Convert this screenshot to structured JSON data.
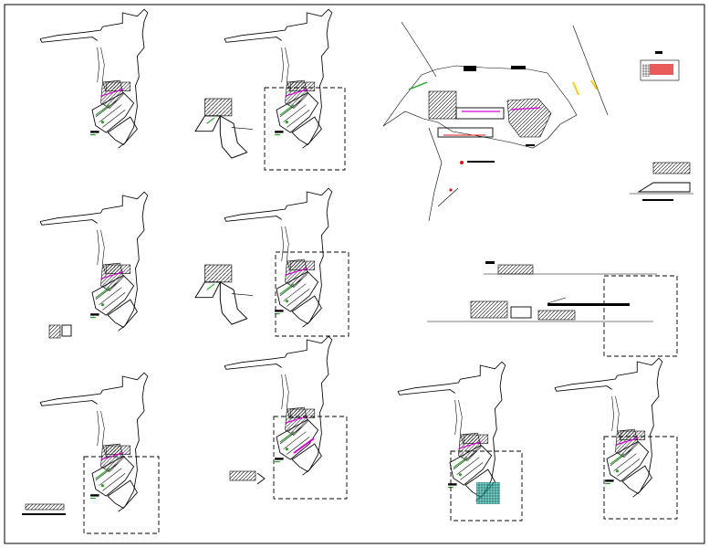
{
  "drawing": {
    "type": "CAD site plan sheet",
    "background": "#ffffff",
    "line_color": "#000000",
    "accent_colors": {
      "green": "#19a319",
      "magenta": "#d400d4",
      "red": "#e01515",
      "blue": "#2a48d8",
      "yellow": "#f2d200",
      "cyan": "#2fd6c8",
      "brown": "#8a4b2a"
    }
  },
  "panels": [
    {
      "id": "r1c1",
      "variant": "plan",
      "dashed_frame": false
    },
    {
      "id": "r1c2-detail",
      "variant": "detail",
      "dashed_frame": false
    },
    {
      "id": "r1c3",
      "variant": "plan",
      "dashed_frame": true
    },
    {
      "id": "r2c1",
      "variant": "plan",
      "dashed_frame": false
    },
    {
      "id": "r2c2-detail",
      "variant": "detail",
      "dashed_frame": false
    },
    {
      "id": "r2c3",
      "variant": "plan",
      "dashed_frame": true
    },
    {
      "id": "r3c1",
      "variant": "plan",
      "dashed_frame": true
    },
    {
      "id": "r3c2",
      "variant": "plan",
      "dashed_frame": true
    },
    {
      "id": "r3c3",
      "variant": "plan-cyan",
      "dashed_frame": true
    },
    {
      "id": "r3c4",
      "variant": "plan",
      "dashed_frame": true
    }
  ]
}
